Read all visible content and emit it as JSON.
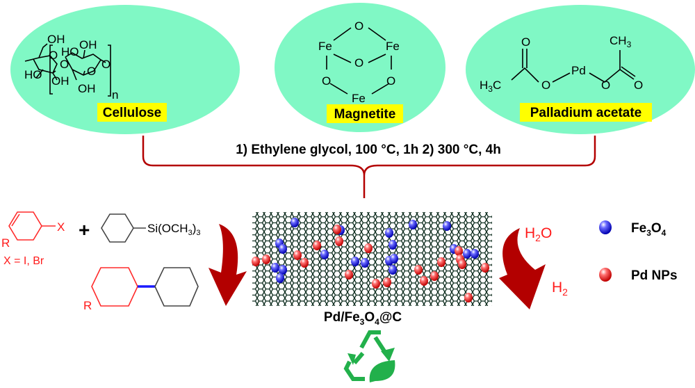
{
  "reagents": {
    "cellulose": {
      "label": "Cellulose",
      "oh": "OH",
      "ho": "HO",
      "o": "O",
      "n": "n"
    },
    "magnetite": {
      "label": "Magnetite",
      "fe": "Fe",
      "o": "O"
    },
    "palladium_acetate": {
      "label": "Palladium acetate",
      "o": "O",
      "pd": "Pd",
      "c": "C",
      "h": "H",
      "ch": "CH",
      "three": "3"
    }
  },
  "conditions": "1) Ethylene glycol, 100 °C, 1h 2) 300 °C, 4h",
  "catalyst": {
    "pre": "Pd/Fe",
    "sub1": "3",
    "mid": "O",
    "sub2": "4",
    "post": "@C"
  },
  "reaction": {
    "x": "X",
    "r": "R",
    "plus": "+",
    "x_def": "X = I, Br",
    "silane_pre": "Si(OCH",
    "silane_sub": "3",
    "silane_mid": ")",
    "silane_sub2": "3"
  },
  "hydrolysis": {
    "h": "H",
    "two": "2",
    "o": "O"
  },
  "legend": {
    "fe3o4": {
      "pre": "Fe",
      "sub1": "3",
      "mid": "O",
      "sub2": "4"
    },
    "pd": "Pd NPs"
  },
  "colors": {
    "ellipse": "#80f8c5",
    "highlight": "#ffff00",
    "arrow": "#b30000",
    "fe": "#1a1aff",
    "pd": "#ff2020",
    "recycle": "#22b04b"
  }
}
